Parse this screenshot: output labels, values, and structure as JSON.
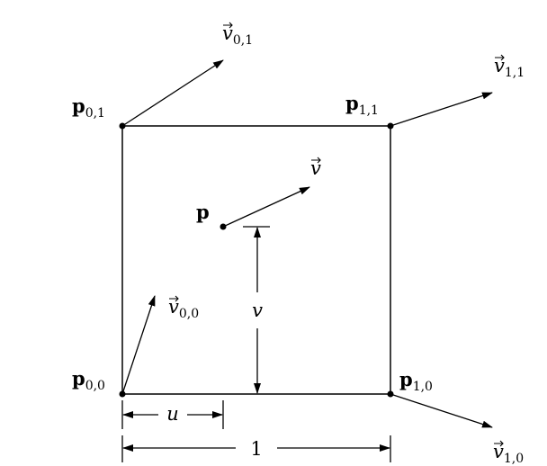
{
  "points": {
    "p00": {
      "symbol": "p",
      "sub": "0,0"
    },
    "p10": {
      "symbol": "p",
      "sub": "1,0"
    },
    "p01": {
      "symbol": "p",
      "sub": "0,1"
    },
    "p11": {
      "symbol": "p",
      "sub": "1,1"
    },
    "p": {
      "symbol": "p"
    }
  },
  "vectors": {
    "v00": {
      "symbol": "v",
      "sub": "0,0"
    },
    "v10": {
      "symbol": "v",
      "sub": "1,0"
    },
    "v01": {
      "symbol": "v",
      "sub": "0,1"
    },
    "v11": {
      "symbol": "v",
      "sub": "1,1"
    },
    "v": {
      "symbol": "v"
    }
  },
  "dimensions": {
    "u": "u",
    "v": "v",
    "unit": "1"
  },
  "colors": {
    "stroke": "#000000",
    "background": "#ffffff"
  }
}
